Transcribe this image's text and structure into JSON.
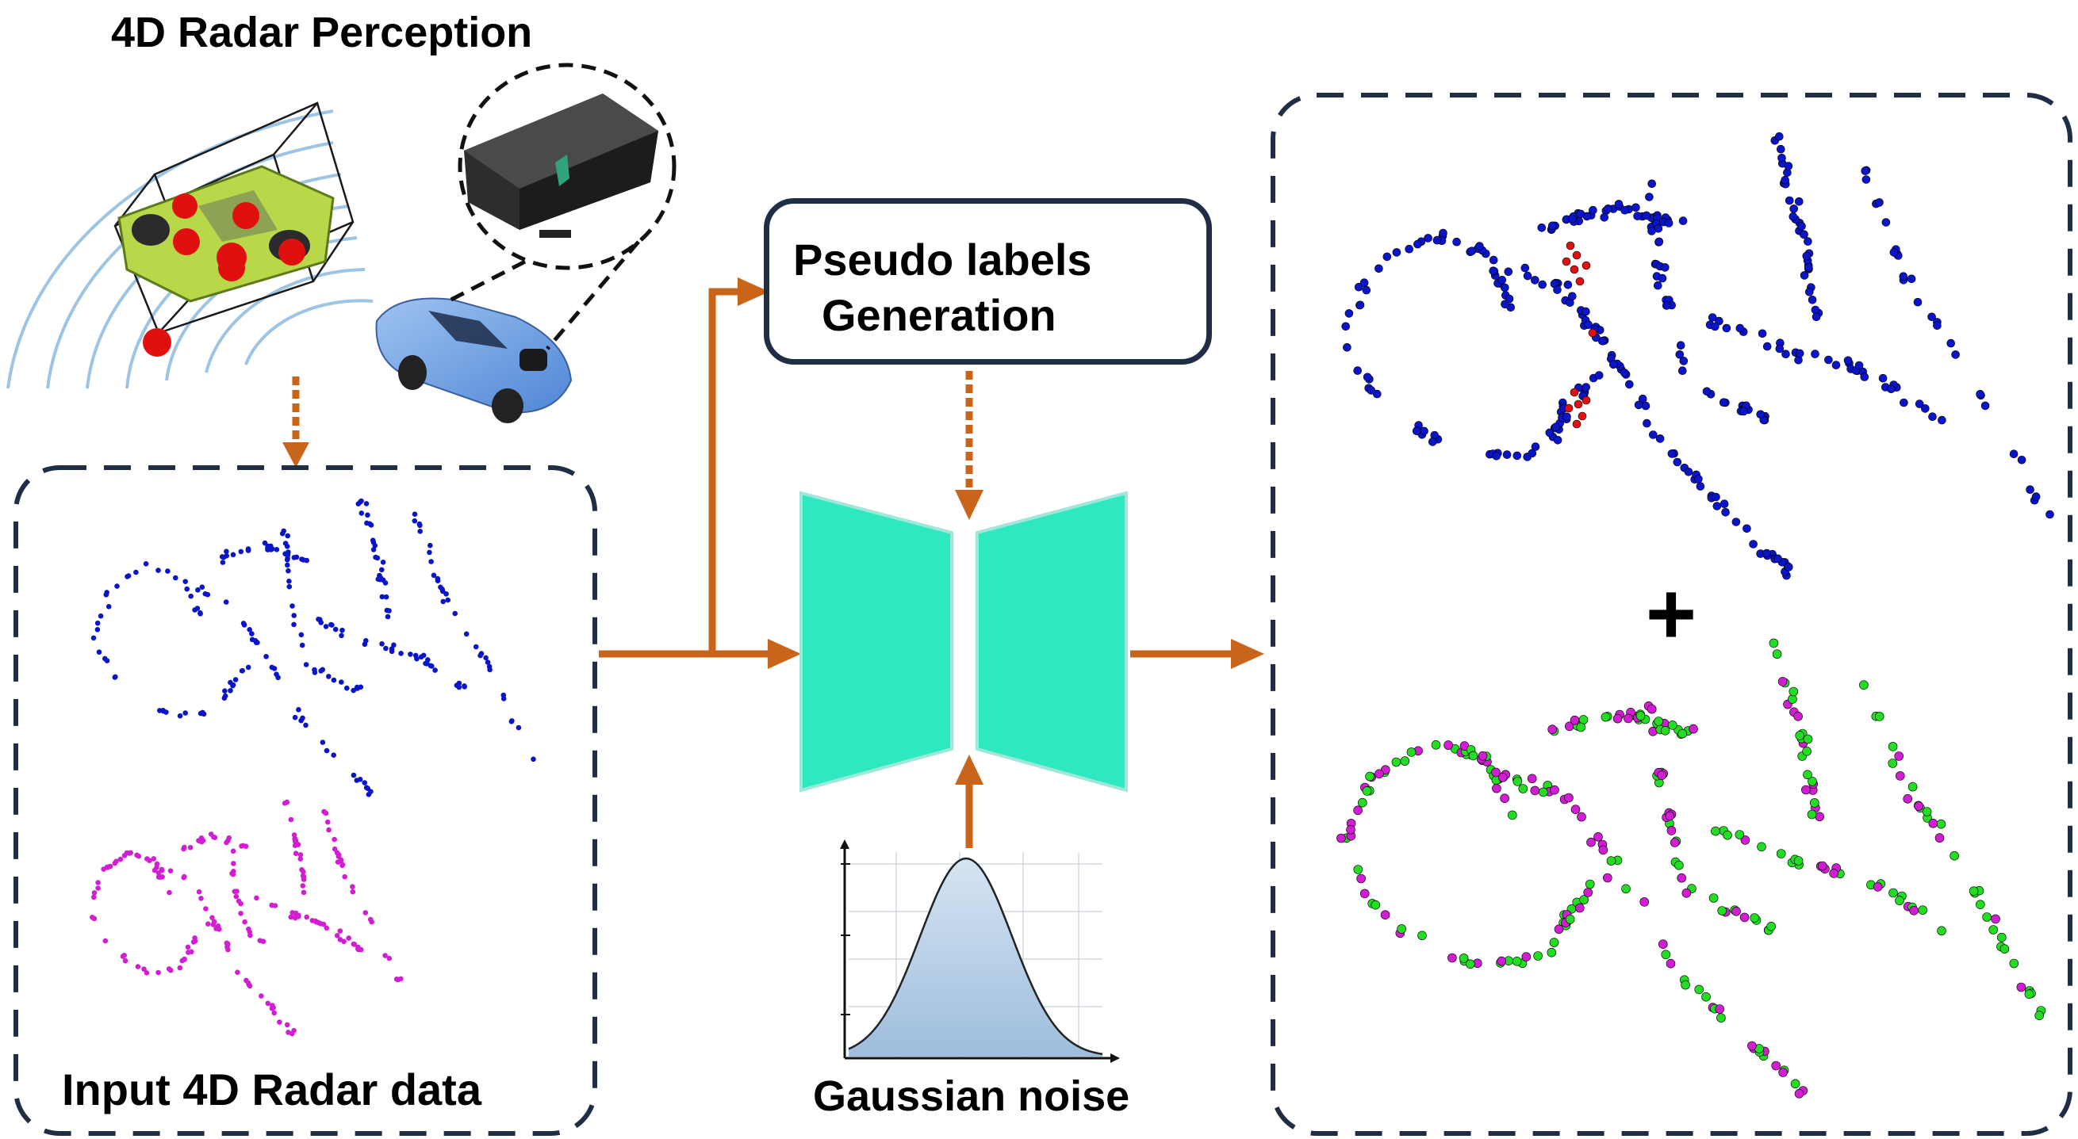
{
  "title": "4D Radar Perception",
  "input_label": "Input 4D Radar data",
  "pseudo_labels": {
    "line1": "Pseudo labels",
    "line2": "Generation"
  },
  "noise_label": "Gaussian noise",
  "plus_sign": "+",
  "colors": {
    "frame": "#1f2d45",
    "arrow": "#c8651b",
    "network": "#2ee8c0",
    "network_edge": "#9fe7d8",
    "blue_points": "#0a14c8",
    "magenta_points": "#d21ed2",
    "red_points": "#e01010",
    "green_points": "#22dd22",
    "radar_waves": "#9ec4e4",
    "gaussian_fill": "#c9dcef"
  },
  "icons": [
    "car-icon",
    "radar-sensor-icon",
    "tools-icon",
    "gaussian-curve-icon"
  ]
}
